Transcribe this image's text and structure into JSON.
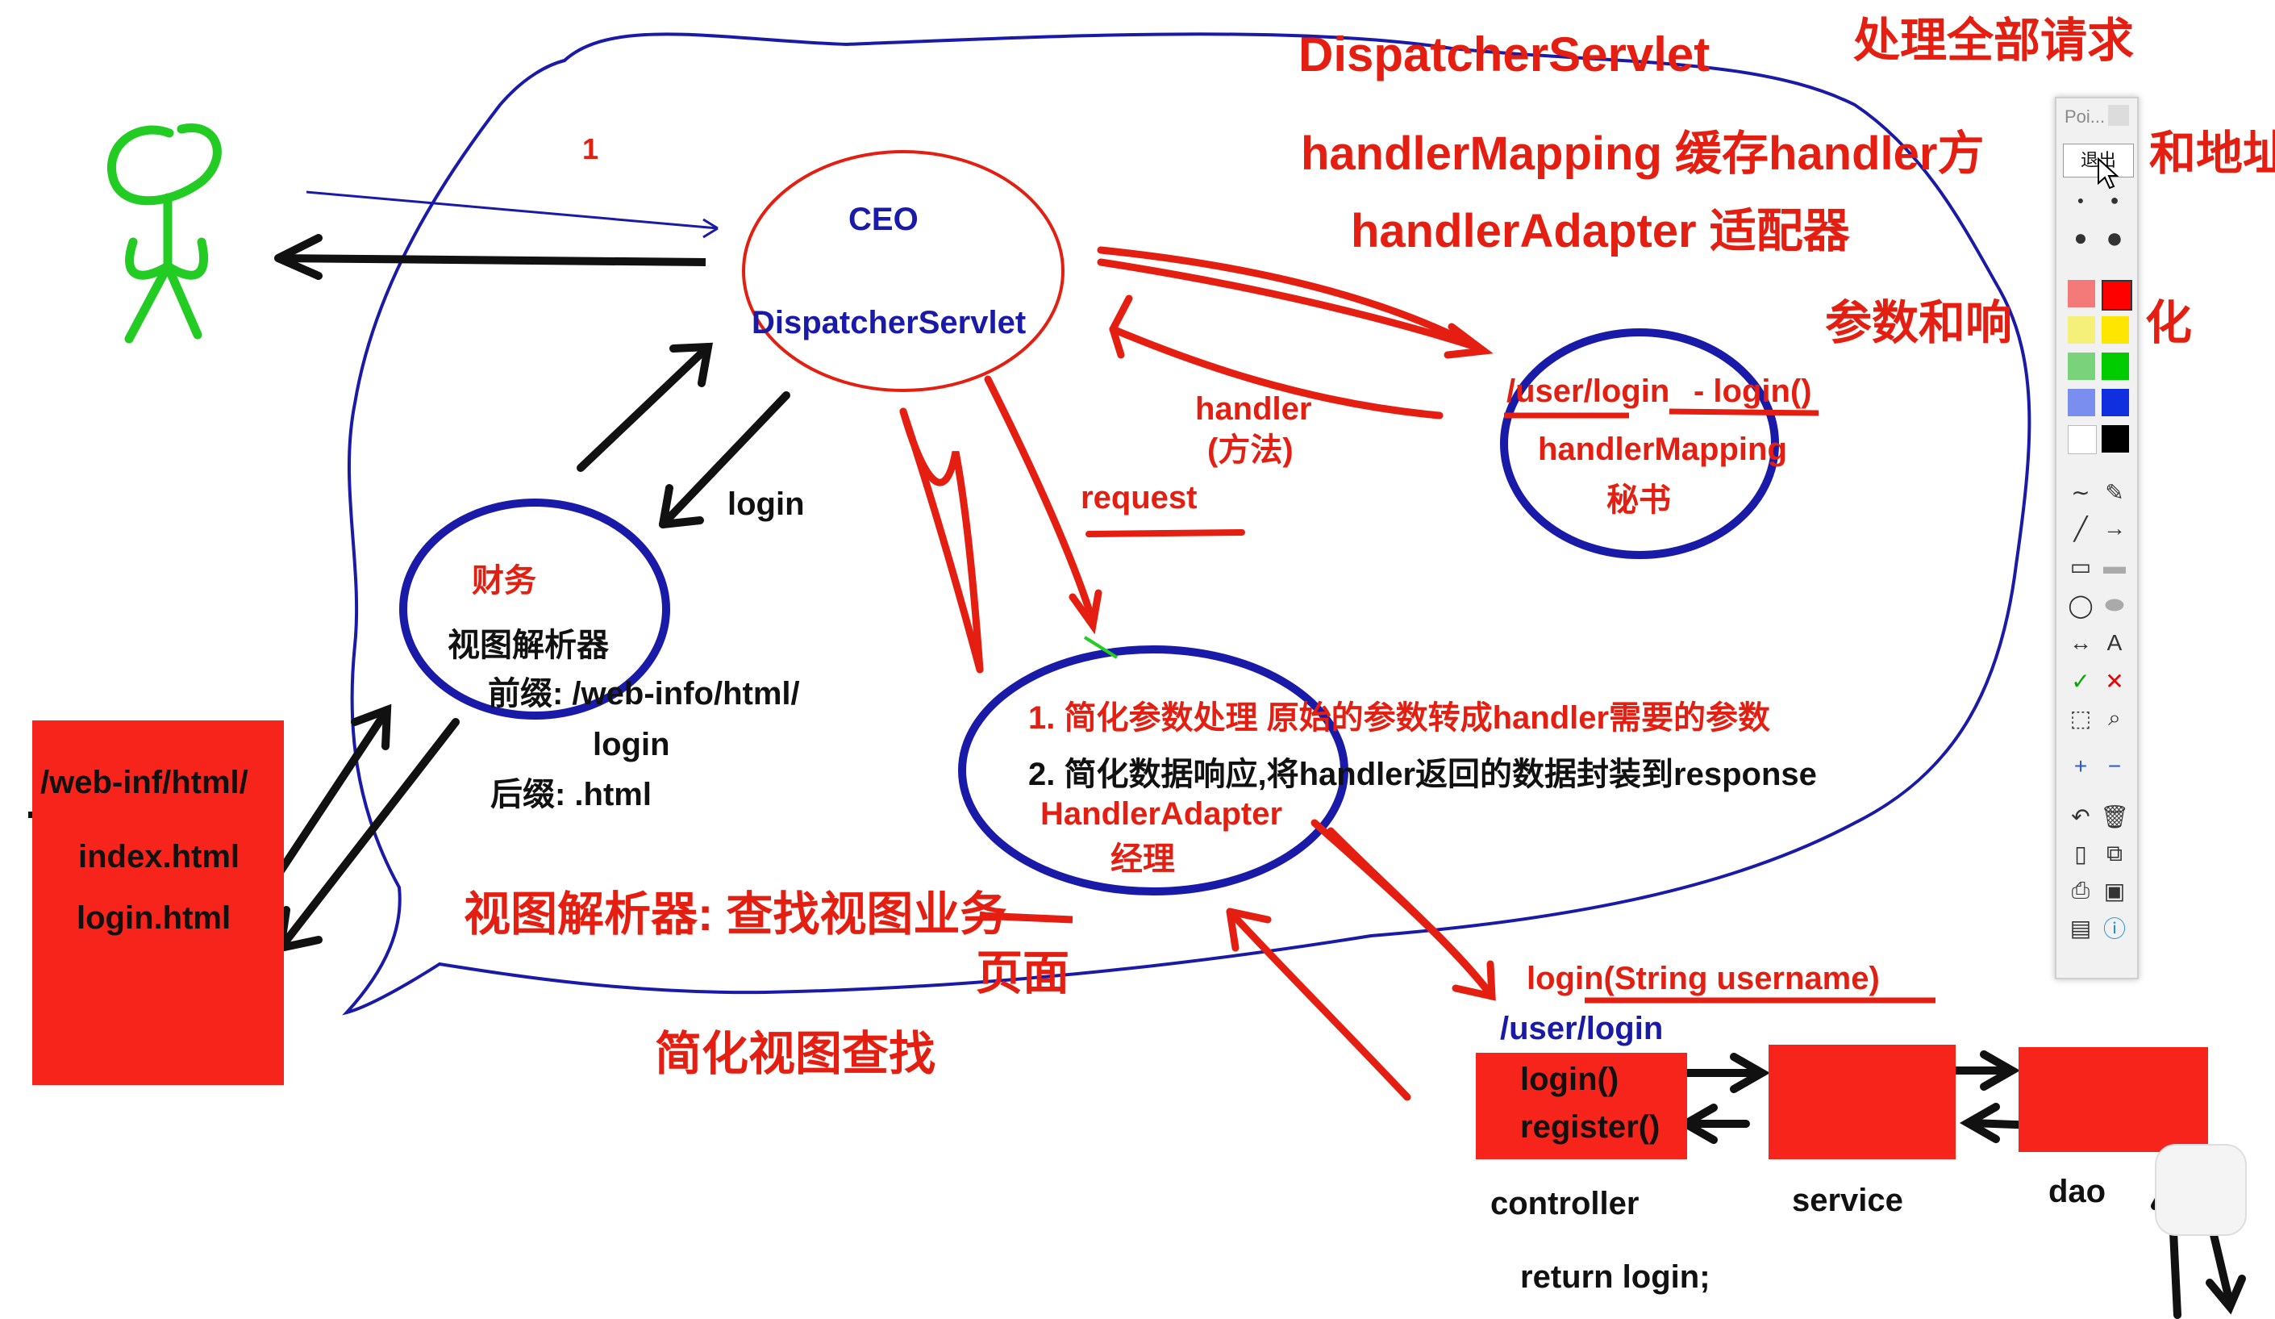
{
  "diagram": {
    "headings": {
      "dispatcher": "DispatcherServlet",
      "dispatcher_desc": "处理全部请求",
      "mapping": "handlerMapping 缓存handler方",
      "mapping_tail": "和地址",
      "adapter": "handlerAdapter 适配器",
      "params": "参数和响",
      "params_tail": "化"
    },
    "ceo_node": {
      "num": "1",
      "title": "CEO",
      "name": "DispatcherServlet"
    },
    "mapping_node": {
      "path": "/user/login",
      "method": "- login()",
      "name": "handlerMapping",
      "role": "秘书"
    },
    "flow_labels": {
      "handler": "handler",
      "handler_cn": "(方法)",
      "request": "request",
      "login": "login"
    },
    "finance_node": {
      "role": "财务",
      "name": "视图解析器",
      "prefix": "前缀: /web-info/html/",
      "login": "login",
      "suffix": "后缀: .html"
    },
    "adapter_node": {
      "item1": "1. 简化参数处理 原始的参数转成handler需要的参数",
      "item2": "2. 简化数据响应,将handler返回的数据封装到response",
      "name": "HandlerAdapter",
      "role": "经理"
    },
    "files_box": {
      "dir": "/web-inf/html/",
      "file1": "index.html",
      "file2": "login.html"
    },
    "notes": {
      "resolver": "视图解析器: 查找视图业务",
      "page": "页面",
      "simplify": "简化视图查找"
    },
    "layers": {
      "signature": "login(String username)",
      "path": "/user/login",
      "method1": "login()",
      "method2": "register()",
      "controller": "controller",
      "service": "service",
      "dao": "dao",
      "return": "return login;"
    },
    "toolbar": {
      "title": "Poi...",
      "exit": "退出"
    }
  },
  "colors": {
    "red_ink": "#e41e10",
    "blue_ink": "#1a1aa8",
    "black_ink": "#111111",
    "green_ink": "#22cc22",
    "box_fill": "#f6241a"
  }
}
